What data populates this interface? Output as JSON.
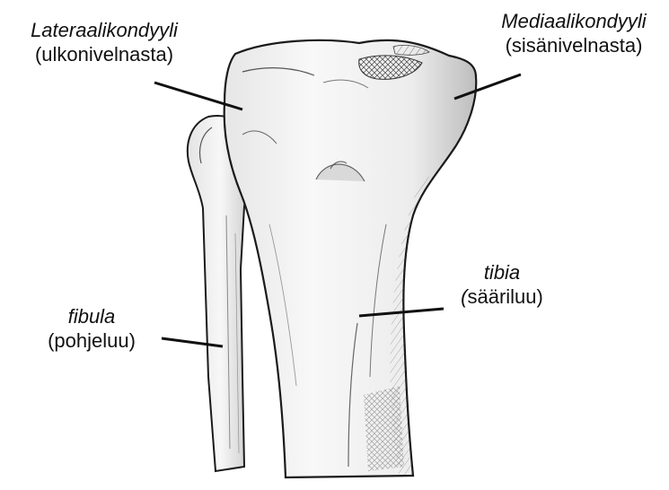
{
  "labels": {
    "lateral_condyle": {
      "term": "Lateraalikondyyli",
      "translation": "(ulkonivelnasta)"
    },
    "medial_condyle": {
      "term": "Mediaalikondyyli",
      "translation": "(sisänivelnasta)"
    },
    "tibia": {
      "term": "tibia",
      "paren_open": "(",
      "translation_text": "sääriluu)"
    },
    "fibula": {
      "term": "fibula",
      "translation": "(pohjeluu)"
    }
  },
  "colors": {
    "ink": "#1a1a1a",
    "bone_light": "#f2f2f2",
    "bone_shadow": "#c8c8c8",
    "leader_line": "#111111"
  }
}
